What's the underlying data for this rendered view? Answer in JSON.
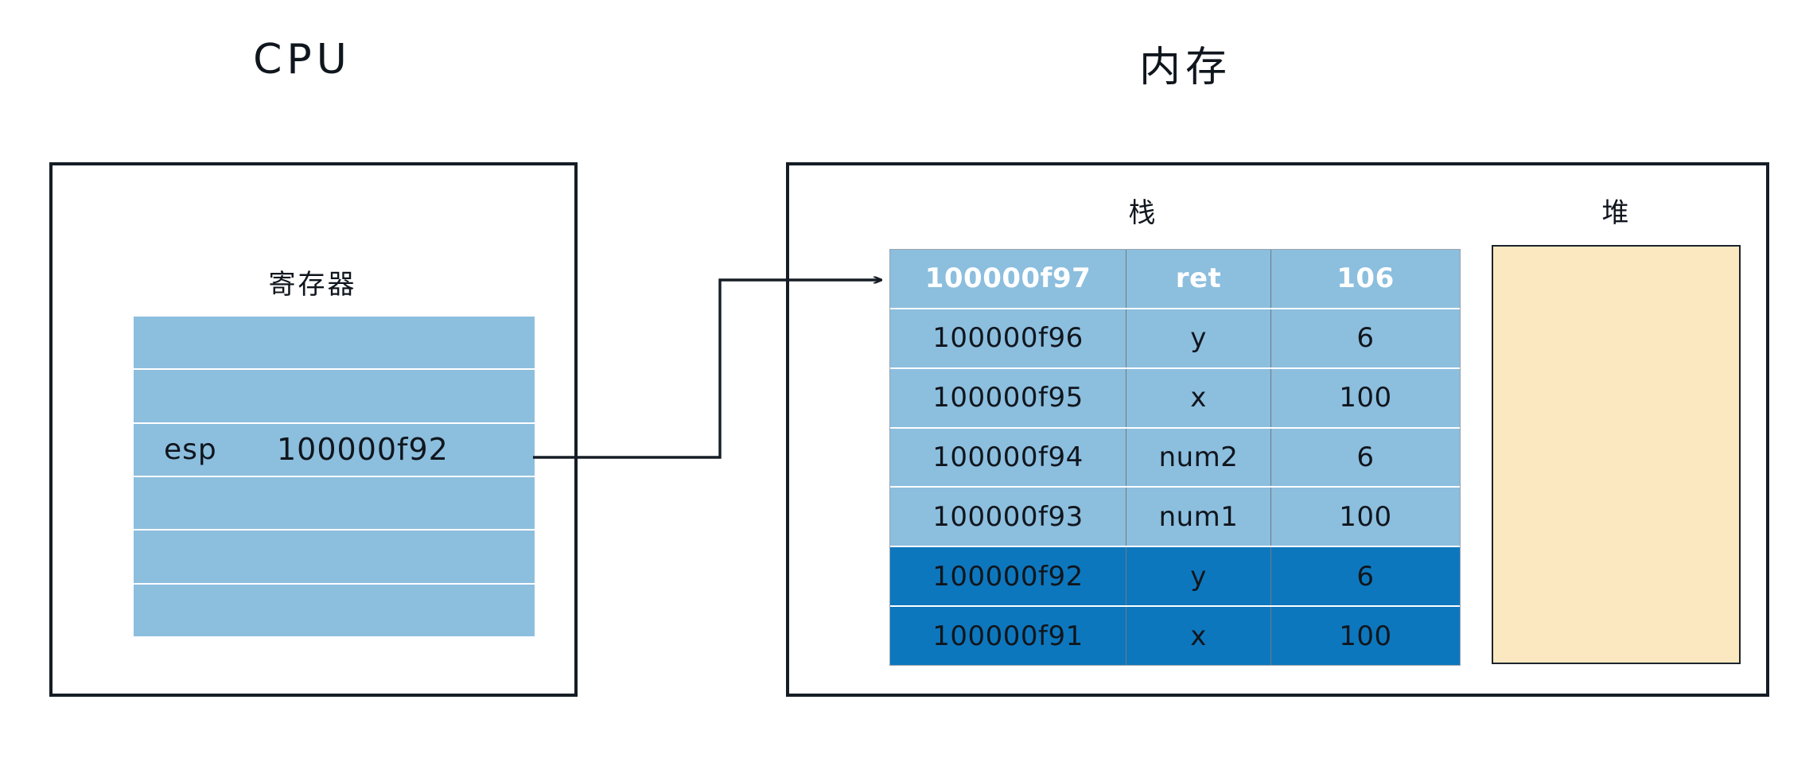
{
  "diagram": {
    "cpu": {
      "title": "CPU",
      "register_label": "寄存器",
      "rows": [
        {
          "name": "",
          "value": ""
        },
        {
          "name": "",
          "value": ""
        },
        {
          "name": "esp",
          "value": "100000f92"
        },
        {
          "name": "",
          "value": ""
        },
        {
          "name": "",
          "value": ""
        },
        {
          "name": "",
          "value": ""
        }
      ]
    },
    "memory": {
      "title": "内存",
      "stack_label": "栈",
      "heap_label": "堆",
      "stack_rows": [
        {
          "address": "100000f97",
          "name": "ret",
          "value": "106",
          "highlight": "light",
          "text": "white"
        },
        {
          "address": "100000f96",
          "name": "y",
          "value": "6",
          "highlight": "light",
          "text": "dark"
        },
        {
          "address": "100000f95",
          "name": "x",
          "value": "100",
          "highlight": "light",
          "text": "dark"
        },
        {
          "address": "100000f94",
          "name": "num2",
          "value": "6",
          "highlight": "light",
          "text": "dark"
        },
        {
          "address": "100000f93",
          "name": "num1",
          "value": "100",
          "highlight": "light",
          "text": "dark"
        },
        {
          "address": "100000f92",
          "name": "y",
          "value": "6",
          "highlight": "dark",
          "text": "dark"
        },
        {
          "address": "100000f91",
          "name": "x",
          "value": "100",
          "highlight": "dark",
          "text": "dark"
        }
      ]
    },
    "colors": {
      "light_blue": "#8cbede",
      "dark_blue": "#0d77bd",
      "heap_beige": "#fbe8c1",
      "outline": "#161d26",
      "text": "#10161d"
    }
  }
}
